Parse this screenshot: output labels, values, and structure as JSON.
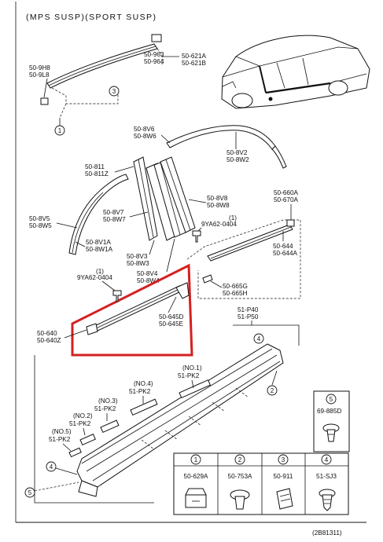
{
  "header": "(MPS  SUSP)(SPORT  SUSP)",
  "labels": {
    "p50_621": "50-621A",
    "p50_621b": "50-621B",
    "p50_963": "50-963",
    "p50_964": "50-964",
    "p50_9h8": "50-9H8",
    "p50_9l8": "50-9L8",
    "p50_8v6": "50-8V6",
    "p50_8w6": "50-8W6",
    "p50_8v2": "50-8V2",
    "p50_8w2": "50-8W2",
    "p50_811": "50-811",
    "p50_811z": "50-811Z",
    "p50_8v8": "50-8V8",
    "p50_8w8": "50-8W8",
    "p50_660a": "50-660A",
    "p50_670a": "50-670A",
    "p50_8v5": "50-8V5",
    "p50_8w5": "50-8W5",
    "p50_8v7": "50-8V7",
    "p50_8w7": "50-8W7",
    "p9ya_top_num": "(1)",
    "p9ya_top": "9YA62-0404",
    "p50_8v1a": "50-8V1A",
    "p50_8w1a": "50-8W1A",
    "p50_8v3": "50-8V3",
    "p50_8w3": "50-8W3",
    "p50_644": "50-644",
    "p50_644a": "50-644A",
    "p50_8v4": "50-8V4",
    "p50_8w4": "50-8W4",
    "p9ya_left_num": "(1)",
    "p9ya_left": "9YA62-0404",
    "p50_665g": "50-665G",
    "p50_665h": "50-665H",
    "p51_p40": "51-P40",
    "p51_p50": "51-P50",
    "p50_645d": "50-645D",
    "p50_645e": "50-645E",
    "p50_640": "50-640",
    "p50_640z": "50-640Z",
    "no1": "(NO.1)",
    "pk_no1": "51-PK2",
    "no4": "(NO.4)",
    "pk_no4": "51-PK2",
    "no3": "(NO.3)",
    "pk_no3": "51-PK2",
    "no2": "(NO.2)",
    "pk_no2": "51-PK2",
    "no5": "(NO.5)",
    "pk_no5": "51-PK2",
    "p69_885d": "69-885D"
  },
  "callouts": {
    "c1": "1",
    "c2": "2",
    "c3": "3",
    "c4a": "4",
    "c4b": "4",
    "c5": "5"
  },
  "fastener_table": {
    "numbers": [
      "1",
      "2",
      "3",
      "4"
    ],
    "parts": [
      "50-629A",
      "50-753A",
      "50-911",
      "51-SJ3"
    ]
  },
  "side_box": {
    "number": "5",
    "part": "69-885D"
  },
  "footer_code": "(2B81311)",
  "highlight_color": "#d42020"
}
